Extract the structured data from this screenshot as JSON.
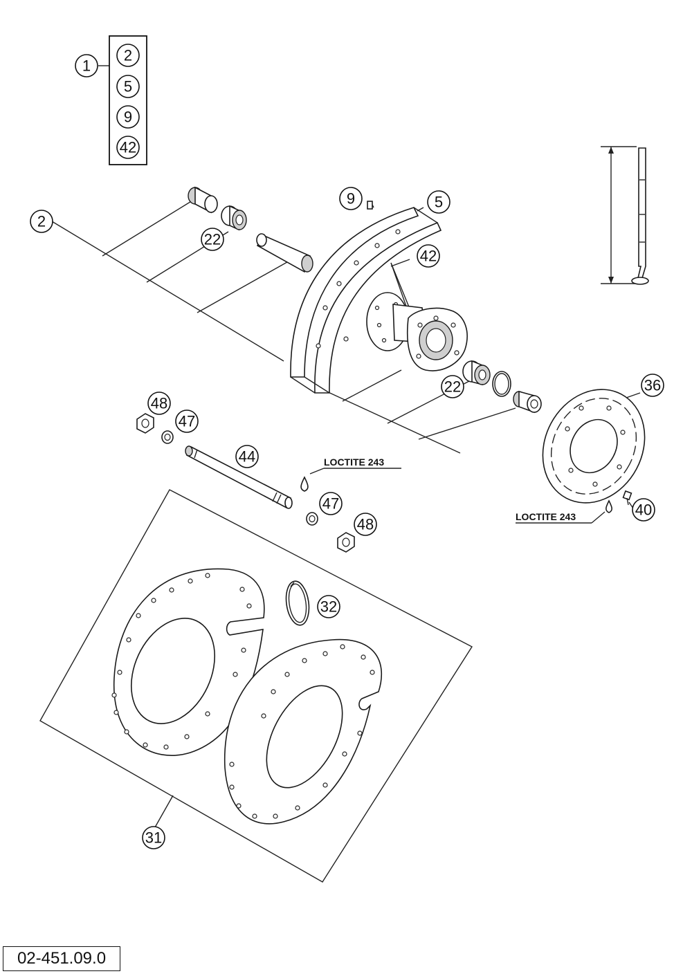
{
  "kit": {
    "label": "1",
    "items": [
      "2",
      "5",
      "9",
      "42"
    ]
  },
  "callouts": {
    "axle_spacer_2": "2",
    "nipple_9": "9",
    "rim_5": "5",
    "spoke_42": "42",
    "bearing_22_top": "22",
    "bearing_22_bottom": "22",
    "brake_disc_36": "36",
    "screw_40": "40",
    "nut_48_top": "48",
    "washer_47_top": "47",
    "axle_44": "44",
    "washer_47_bottom": "47",
    "nut_48_bottom": "48",
    "ring_32": "32",
    "disc_cover_31": "31"
  },
  "notes": {
    "loctite_top": "LOCTITE 243",
    "loctite_right": "LOCTITE 243"
  },
  "document_number": "02-451.09.0"
}
